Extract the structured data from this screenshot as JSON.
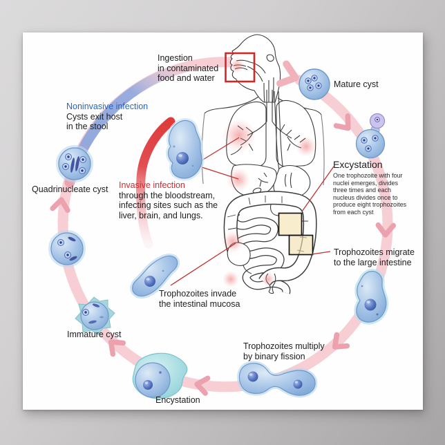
{
  "labels": {
    "ingestion": [
      "Ingestion",
      "in contaminated",
      "food and water"
    ],
    "mature_cyst": "Mature cyst",
    "noninvasive_heading": "Noninvasive infection",
    "noninvasive_lines": [
      "Cysts exit host",
      "in the stool"
    ],
    "quadrinucleate_cyst": "Quadrinucleate cyst",
    "invasive_heading": "Invasive infection",
    "invasive_lines": [
      "through the bloodstream,",
      "infecting sites such as the",
      "liver, brain, and lungs."
    ],
    "excystation_heading": "Excystation",
    "excystation_lines": [
      "One trophozoite with four",
      "nuclei emerges, divides",
      "three times and each",
      "nucleus divides once to",
      "produce eight trophozoites",
      "from each cyst"
    ],
    "migrate_lines": [
      "Trophozoites  migrate",
      "to the large intestine"
    ],
    "invade_lines": [
      "Trophozoites invade",
      "the intestinal mucosa"
    ],
    "immature_cyst": "Immature cyst",
    "multiply_lines": [
      "Trophozoites multiply",
      "by binary fission"
    ],
    "encystation": "Encystation"
  },
  "colors": {
    "noninvasive_text": "#2566c2",
    "invasive_text": "#cf2a2e",
    "cycle_ring_pink": "#f6ced4",
    "cycle_ring_blue": "#96abdd",
    "cycle_arrowhead": "#eba2ae",
    "invasive_arrow_red": "#df3b3b",
    "ingestion_highlight_box": "#d02828",
    "connector_line_red": "#c23030",
    "cell_blue": "#9fbede",
    "cell_teal": "#a5dde2",
    "label_text": "#1c1c1c"
  }
}
